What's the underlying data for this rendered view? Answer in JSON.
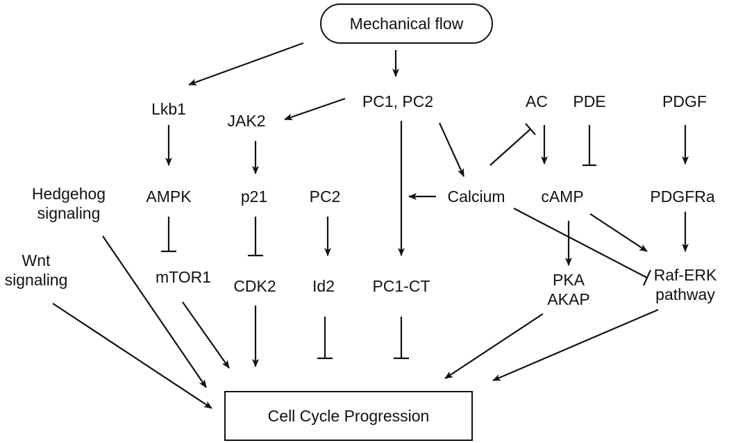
{
  "nodes": {
    "mechanical_flow": "Mechanical flow",
    "lkb1": "Lkb1",
    "pc1_pc2": "PC1, PC2",
    "jak2": "JAK2",
    "ac": "AC",
    "pde": "PDE",
    "pdgf": "PDGF",
    "hedgehog_line1": "Hedgehog",
    "hedgehog_line2": "signaling",
    "ampk": "AMPK",
    "p21": "p21",
    "pc2": "PC2",
    "calcium": "Calcium",
    "camp": "cAMP",
    "pdgfra": "PDGFRa",
    "wnt_line1": "Wnt",
    "wnt_line2": "signaling",
    "mtor1": "mTOR1",
    "cdk2": "CDK2",
    "id2": "Id2",
    "pc1_ct": "PC1-CT",
    "pka": "PKA",
    "akap": "AKAP",
    "raf_erk_line1": "Raf-ERK",
    "raf_erk_line2": "pathway",
    "cell_cycle": "Cell Cycle Progression"
  },
  "edges": [
    {
      "from": "Mechanical flow",
      "to": "Lkb1",
      "type": "activation"
    },
    {
      "from": "Mechanical flow",
      "to": "PC1, PC2",
      "type": "activation"
    },
    {
      "from": "PC1, PC2",
      "to": "JAK2",
      "type": "activation"
    },
    {
      "from": "PC1, PC2",
      "to": "PC1-CT",
      "type": "activation"
    },
    {
      "from": "PC1, PC2",
      "to": "Calcium",
      "type": "activation"
    },
    {
      "from": "Calcium",
      "to": "AC",
      "type": "inhibition"
    },
    {
      "from": "AC",
      "to": "cAMP",
      "type": "activation"
    },
    {
      "from": "PDE",
      "to": "cAMP",
      "type": "inhibition"
    },
    {
      "from": "PDGF",
      "to": "PDGFRa",
      "type": "activation"
    },
    {
      "from": "Lkb1",
      "to": "AMPK",
      "type": "activation"
    },
    {
      "from": "JAK2",
      "to": "p21",
      "type": "activation"
    },
    {
      "from": "Calcium",
      "to": "PC1-CT",
      "type": "activation"
    },
    {
      "from": "AMPK",
      "to": "mTOR1",
      "type": "inhibition"
    },
    {
      "from": "p21",
      "to": "CDK2",
      "type": "inhibition"
    },
    {
      "from": "PC2",
      "to": "Id2",
      "type": "activation"
    },
    {
      "from": "cAMP",
      "to": "PKA AKAP",
      "type": "activation"
    },
    {
      "from": "cAMP",
      "to": "Raf-ERK pathway",
      "type": "activation"
    },
    {
      "from": "PDGFRa",
      "to": "Raf-ERK pathway",
      "type": "activation"
    },
    {
      "from": "Calcium",
      "to": "Raf-ERK pathway",
      "type": "inhibition"
    },
    {
      "from": "Hedgehog signaling",
      "to": "Cell Cycle Progression",
      "type": "activation"
    },
    {
      "from": "Wnt signaling",
      "to": "Cell Cycle Progression",
      "type": "activation"
    },
    {
      "from": "mTOR1",
      "to": "Cell Cycle Progression",
      "type": "activation"
    },
    {
      "from": "CDK2",
      "to": "Cell Cycle Progression",
      "type": "activation"
    },
    {
      "from": "Id2",
      "to": "Cell Cycle Progression",
      "type": "inhibition"
    },
    {
      "from": "PC1-CT",
      "to": "Cell Cycle Progression",
      "type": "inhibition"
    },
    {
      "from": "PKA AKAP",
      "to": "Cell Cycle Progression",
      "type": "activation"
    },
    {
      "from": "Raf-ERK pathway",
      "to": "Cell Cycle Progression",
      "type": "activation"
    }
  ]
}
